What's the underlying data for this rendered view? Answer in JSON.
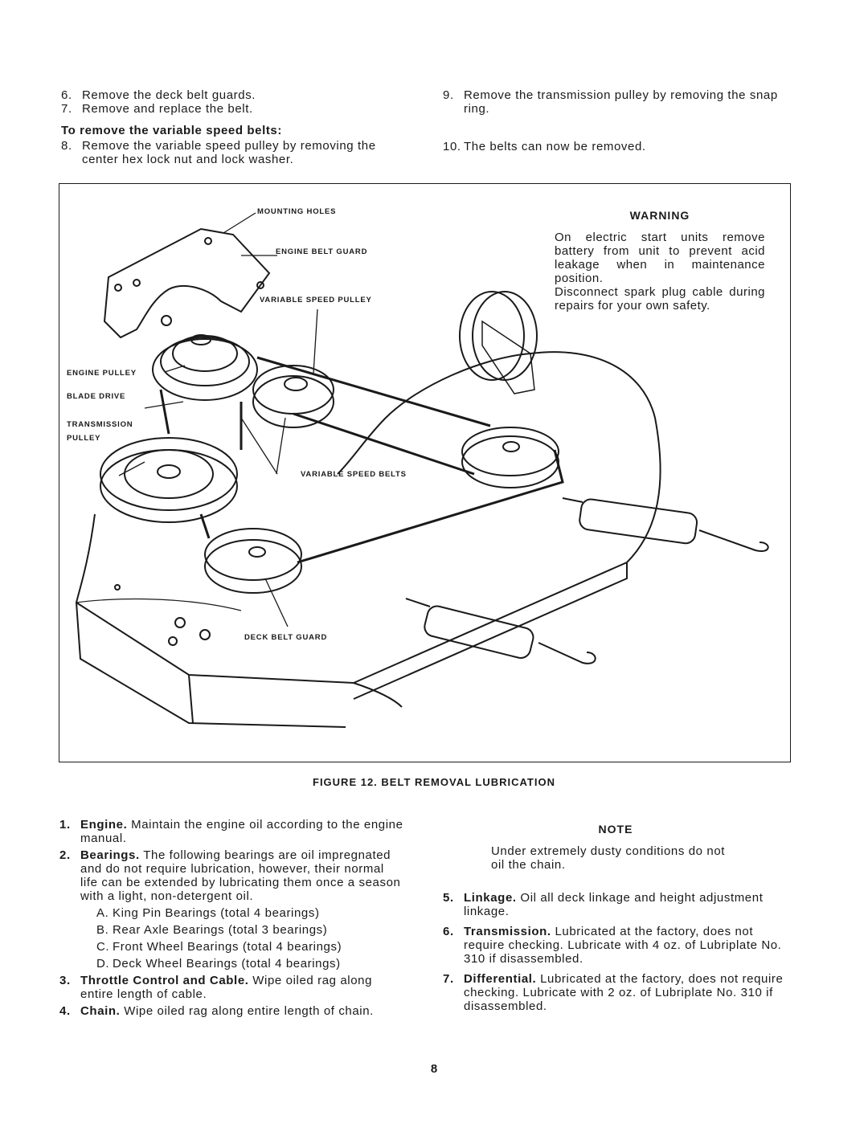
{
  "top_left": {
    "step6": {
      "num": "6.",
      "text": "Remove the deck belt guards."
    },
    "step7": {
      "num": "7.",
      "text": "Remove and replace the belt."
    },
    "subheading": "To remove the variable speed belts:",
    "step8": {
      "num": "8.",
      "text": "Remove the variable speed pulley by removing the center hex lock nut and lock washer."
    }
  },
  "top_right": {
    "step9": {
      "num": "9.",
      "text": "Remove the transmission pulley by removing the snap ring."
    },
    "step10": {
      "num": "10.",
      "text": "The belts can now be removed."
    }
  },
  "figure": {
    "labels": {
      "mounting_holes": "MOUNTING HOLES",
      "engine_belt_guard": "ENGINE BELT GUARD",
      "variable_speed_pulley": "VARIABLE SPEED PULLEY",
      "engine_pulley": "ENGINE PULLEY",
      "blade_drive": "BLADE DRIVE",
      "transmission": "TRANSMISSION",
      "pulley": "PULLEY",
      "variable_speed_belts": "VARIABLE SPEED BELTS",
      "deck_belt_guard": "DECK BELT GUARD"
    },
    "warning": {
      "title": "WARNING",
      "p1": "On electric start units remove battery from unit to prevent acid leakage when in maintenance position.",
      "p2": "Disconnect spark plug cable during repairs for your own safety."
    },
    "caption": "FIGURE 12. BELT REMOVAL LUBRICATION"
  },
  "lubrication_left": {
    "item1": {
      "num": "1.",
      "head": "Engine.",
      "text": " Maintain the engine oil according to the engine manual."
    },
    "item2": {
      "num": "2.",
      "head": "Bearings.",
      "text": " The following bearings are oil impregnated and do not require lubrication, however, their normal life can be extended by lubricating them once a season with a light, non-detergent oil."
    },
    "subitems": [
      {
        "num": "A.",
        "text": "King Pin Bearings (total 4 bearings)"
      },
      {
        "num": "B.",
        "text": "Rear Axle Bearings (total 3 bearings)"
      },
      {
        "num": "C.",
        "text": "Front Wheel Bearings (total 4 bearings)"
      },
      {
        "num": "D.",
        "text": "Deck Wheel Bearings (total 4 bearings)"
      }
    ],
    "item3": {
      "num": "3.",
      "head": "Throttle Control and Cable.",
      "text": " Wipe oiled rag along entire length of cable."
    },
    "item4": {
      "num": "4.",
      "head": "Chain.",
      "text": " Wipe oiled rag along entire length of chain."
    }
  },
  "lubrication_right": {
    "note": {
      "title": "NOTE",
      "text": "Under extremely dusty conditions do not oil the chain."
    },
    "item5": {
      "num": "5.",
      "head": "Linkage.",
      "text": " Oil all deck linkage and height adjustment linkage."
    },
    "item6": {
      "num": "6.",
      "head": "Transmission.",
      "text": " Lubricated at the factory, does not require checking. Lubricate with 4 oz. of Lubriplate No. 310 if disassembled."
    },
    "item7": {
      "num": "7.",
      "head": "Differential.",
      "text": " Lubricated at the factory, does not require checking. Lubricate with 2 oz. of Lubriplate No. 310 if disassembled."
    }
  },
  "page_number": "8"
}
